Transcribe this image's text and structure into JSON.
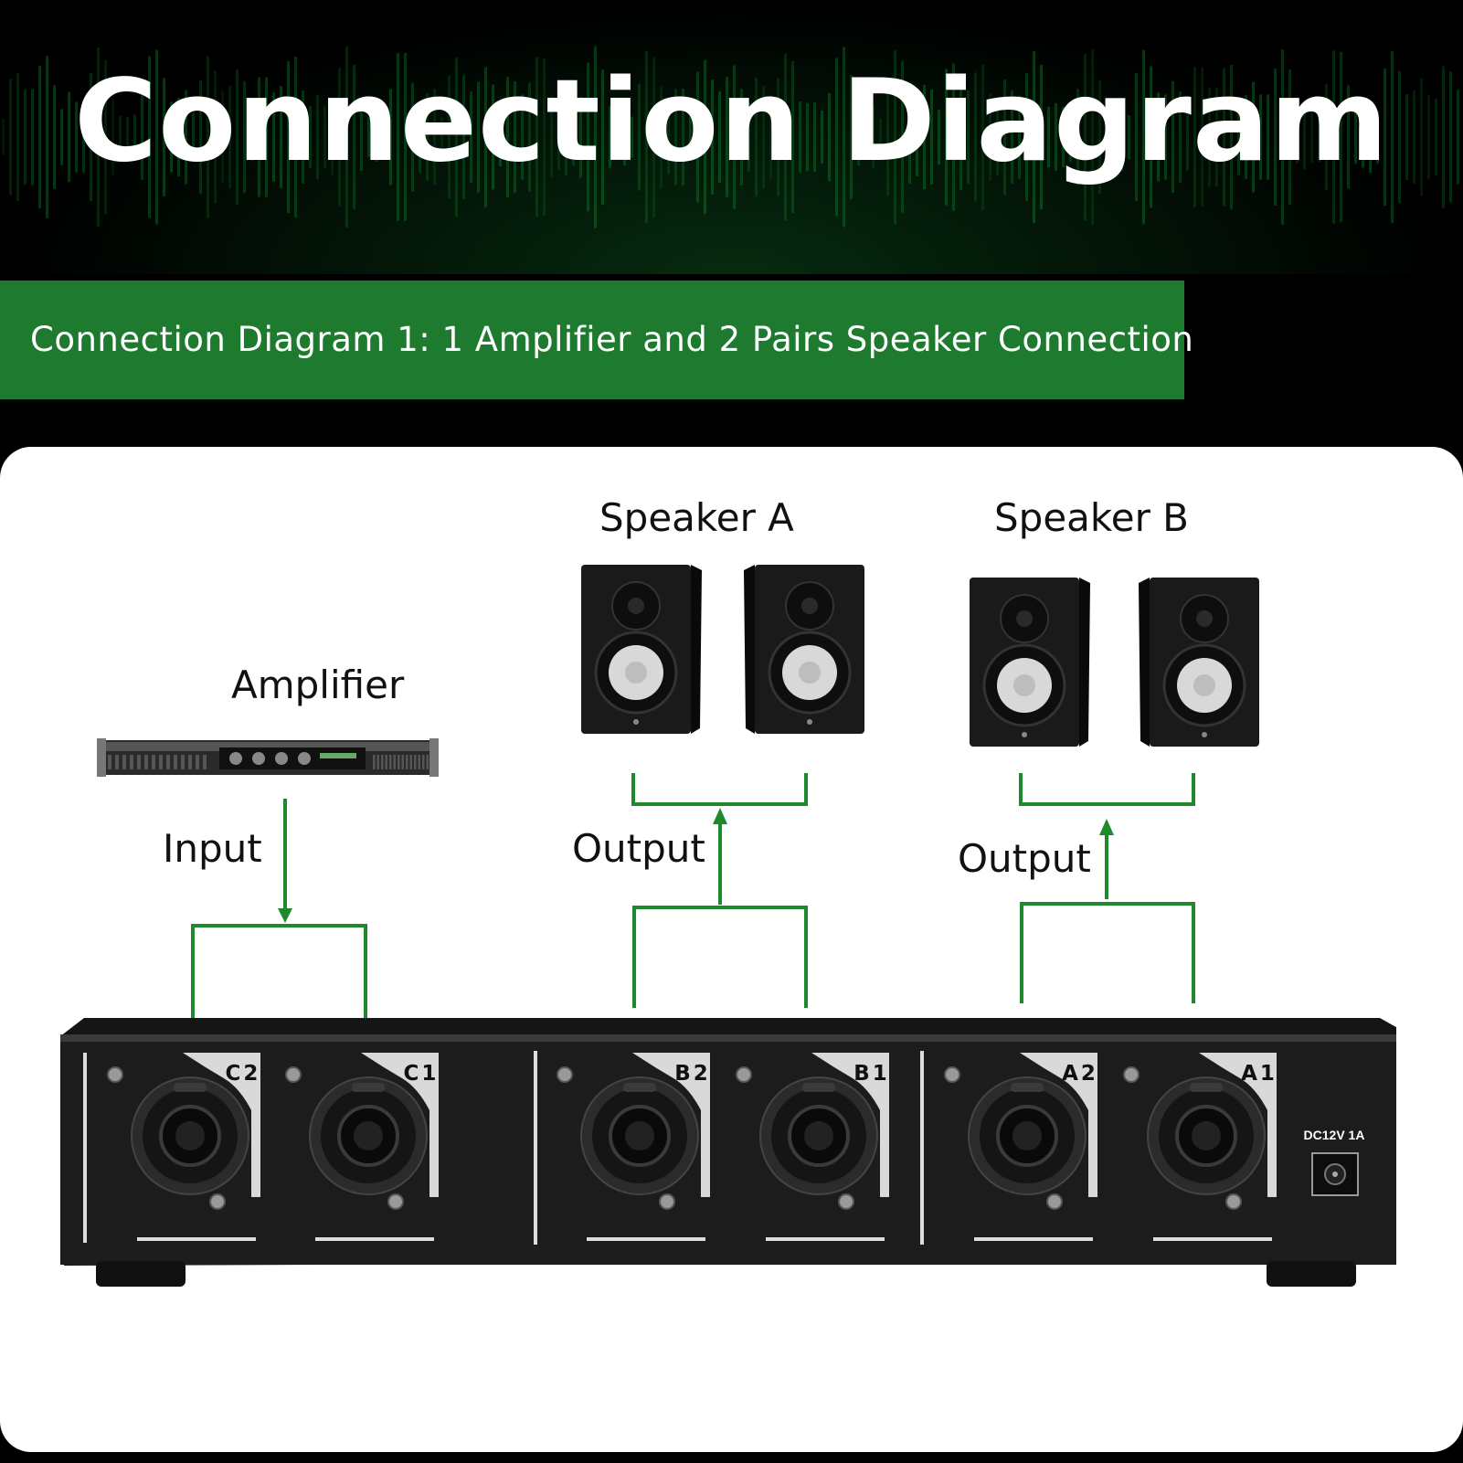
{
  "title": "Connection Diagram",
  "subtitle": "Connection Diagram 1: 1 Amplifier and 2 Pairs Speaker Connection",
  "labels": {
    "amplifier": "Amplifier",
    "speaker_a": "Speaker A",
    "speaker_b": "Speaker B",
    "input": "Input",
    "output_a": "Output",
    "output_b": "Output"
  },
  "ports": [
    "C2",
    "C1",
    "B2",
    "B1",
    "A2",
    "A1"
  ],
  "power_label": "DC12V 1A",
  "colors": {
    "accent_green": "#1e7a2e",
    "line_green": "#1f8a2c",
    "panel": "#ffffff",
    "device": "#1c1c1c"
  }
}
